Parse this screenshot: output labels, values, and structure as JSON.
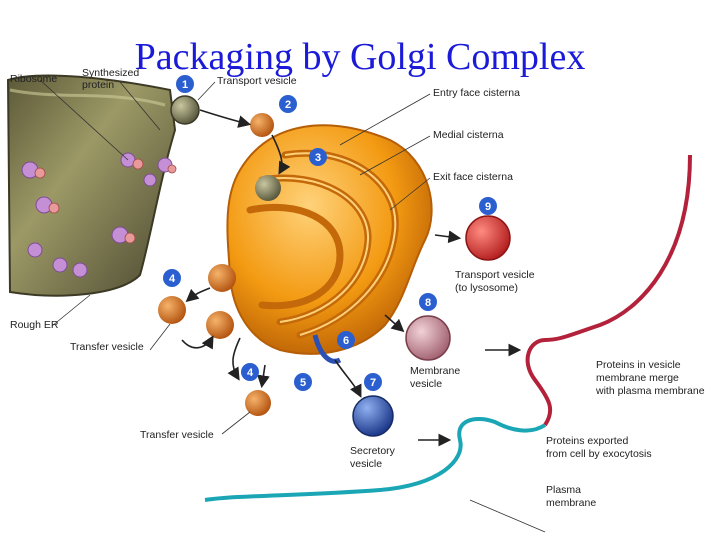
{
  "title": "Packaging by Golgi Complex",
  "labels": {
    "ribosome": "Ribosome",
    "synthesized_protein_1": "Synthesized",
    "synthesized_protein_2": "protein",
    "transport_vesicle": "Transport vesicle",
    "entry_face": "Entry face cisterna",
    "medial": "Medial cisterna",
    "exit_face": "Exit face cisterna",
    "transport_lysosome_1": "Transport vesicle",
    "transport_lysosome_2": "(to lysosome)",
    "rough_er": "Rough ER",
    "transfer_vesicle_1": "Transfer vesicle",
    "transfer_vesicle_2": "Transfer vesicle",
    "membrane_vesicle_1": "Membrane",
    "membrane_vesicle_2": "vesicle",
    "secretory_vesicle_1": "Secretory",
    "secretory_vesicle_2": "vesicle",
    "merge_1": "Proteins in vesicle",
    "merge_2": "membrane merge",
    "merge_3": "with plasma membrane",
    "exported_1": "Proteins exported",
    "exported_2": "from cell by exocytosis",
    "plasma_1": "Plasma",
    "plasma_2": "membrane"
  },
  "steps": [
    "1",
    "2",
    "3",
    "4",
    "4",
    "5",
    "6",
    "7",
    "8",
    "9"
  ],
  "colors": {
    "title": "#1a1ad8",
    "step_badge": "#2b5fd0",
    "golgi": "#f39a12",
    "rough_er": "#7d7a4a",
    "lysosome_vesicle": "#d62d2d",
    "secretory_vesicle": "#2b4fb3",
    "plasma_membrane_top": "#b3223a",
    "plasma_membrane_bottom": "#1aa6b5"
  }
}
